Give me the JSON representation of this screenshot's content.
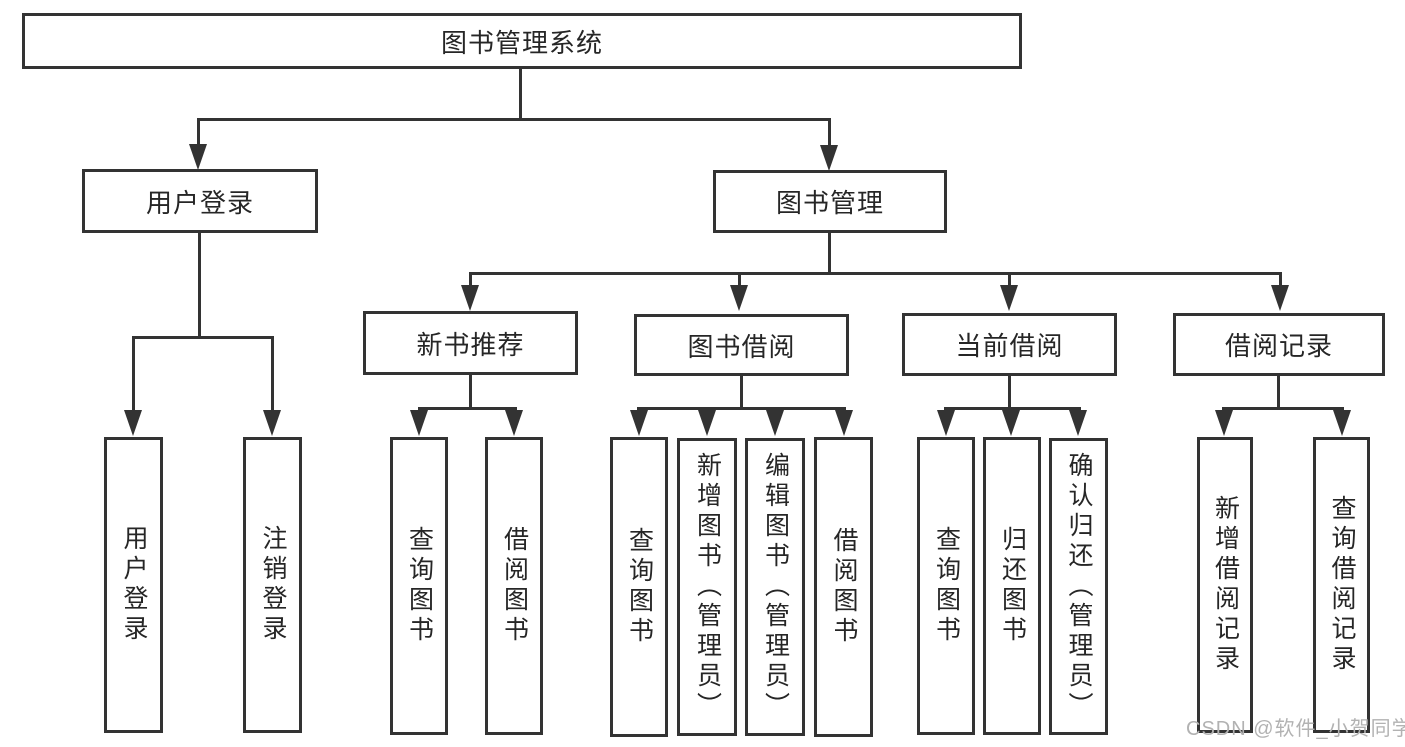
{
  "diagram_title": "图书管理系统",
  "watermark": "CSDN @软件_小贺同学",
  "colors": {
    "line": "#333333",
    "text": "#262626",
    "background": "#ffffff",
    "watermark": "#b2b2b2"
  },
  "nodes": {
    "root": {
      "label": "图书管理系统"
    },
    "user_login": {
      "label": "用户登录"
    },
    "book_management": {
      "label": "图书管理"
    },
    "new_book_recommend": {
      "label": "新书推荐"
    },
    "book_borrowing": {
      "label": "图书借阅"
    },
    "current_borrowing": {
      "label": "当前借阅"
    },
    "borrowing_records": {
      "label": "借阅记录"
    }
  },
  "leaves": {
    "user_login": [
      "用户登录",
      "注销登录"
    ],
    "new_book_recommend": [
      "查询图书",
      "借阅图书"
    ],
    "book_borrowing": [
      "查询图书",
      "新增图书（管理员）",
      "编辑图书（管理员）",
      "借阅图书"
    ],
    "current_borrowing": [
      "查询图书",
      "归还图书",
      "确认归还（管理员）"
    ],
    "borrowing_records": [
      "新增借阅记录",
      "查询借阅记录"
    ]
  }
}
